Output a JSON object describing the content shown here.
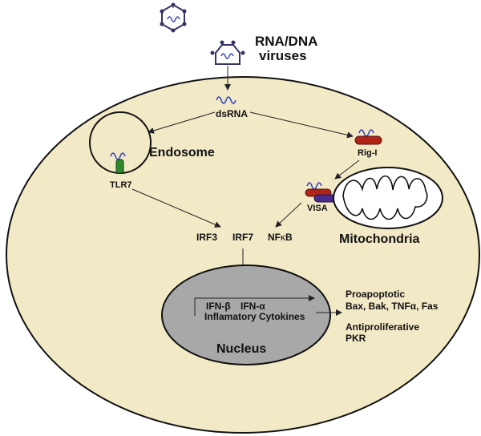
{
  "labels": {
    "viruses_line1": "RNA/DNA",
    "viruses_line2": "viruses",
    "dsrna": "dsRNA",
    "endosome": "Endosome",
    "tlr7": "TLR7",
    "rigi": "Rig-I",
    "visa": "VISA",
    "mitochondria": "Mitochondria",
    "irf3": "IRF3",
    "irf7": "IRF7",
    "nfkb_prefix": "NF",
    "nfkb_kappa": "κ",
    "nfkb_suffix": "B",
    "ifn_beta": "IFN-β",
    "ifn_alpha": "IFN-α",
    "cytokines": "Inflamatory Cytokines",
    "nucleus": "Nucleus",
    "proapoptotic": "Proapoptotic",
    "proapoptotic_list": "Bax, Bak, TNFα, Fas",
    "antiproliferative": "Antiproliferative",
    "pkr": "PKR"
  },
  "colors": {
    "cell_fill": "#f2e9c6",
    "nucleus_fill": "#a8a8a8",
    "rna_strand": "#3344bb",
    "tlr7": "#2c8a2c",
    "rigi": "#b02418",
    "visa_red": "#b02418",
    "visa_purple": "#4a2a8a",
    "virus_stroke": "#333366"
  }
}
